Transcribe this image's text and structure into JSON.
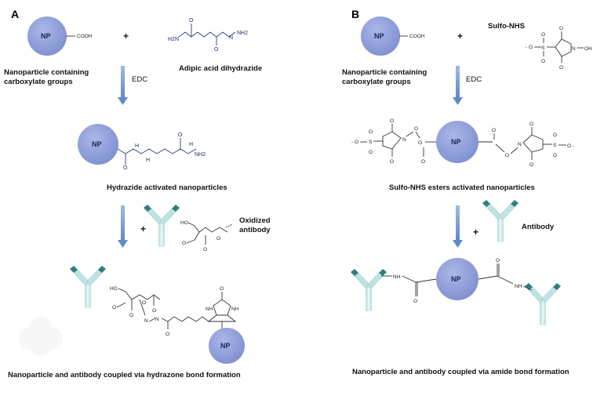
{
  "panel_a": {
    "letter": "A",
    "np": "NP",
    "cooh": "COOH",
    "start_label_1": "Nanoparticle containing",
    "start_label_2": "carboxylate groups",
    "reagent": "Adipic acid dihydrazide",
    "reagent_h2n": "H2N",
    "reagent_nh2": "NH2",
    "step1": "EDC",
    "intermediate_label": "Hydrazide activated nanoparticles",
    "oxidized_label_1": "Oxidized",
    "oxidized_label_2": "antibody",
    "final_label": "Nanoparticle and antibody coupled via hydrazone bond formation"
  },
  "panel_b": {
    "letter": "B",
    "np": "NP",
    "cooh": "COOH",
    "start_label_1": "Nanoparticle containing",
    "start_label_2": "carboxylate groups",
    "reagent": "Sulfo-NHS",
    "step1": "EDC",
    "intermediate_label": "Sulfo-NHS esters activated nanoparticles",
    "antibody_label": "Antibody",
    "final_label": "Nanoparticle and antibody coupled via amide bond formation"
  },
  "plus": "+",
  "chem": {
    "O": "O",
    "N": "N",
    "H": "H",
    "NH": "NH",
    "HO": "HO",
    "NH2": "NH2",
    "S": "S",
    "OH": "OH",
    "minus": "-"
  },
  "colors": {
    "np_fill": "#8f9fd9",
    "arrow": "#6e9ad4",
    "antibody_dark": "#2f7e7e",
    "antibody_light": "#bfe3e3"
  }
}
